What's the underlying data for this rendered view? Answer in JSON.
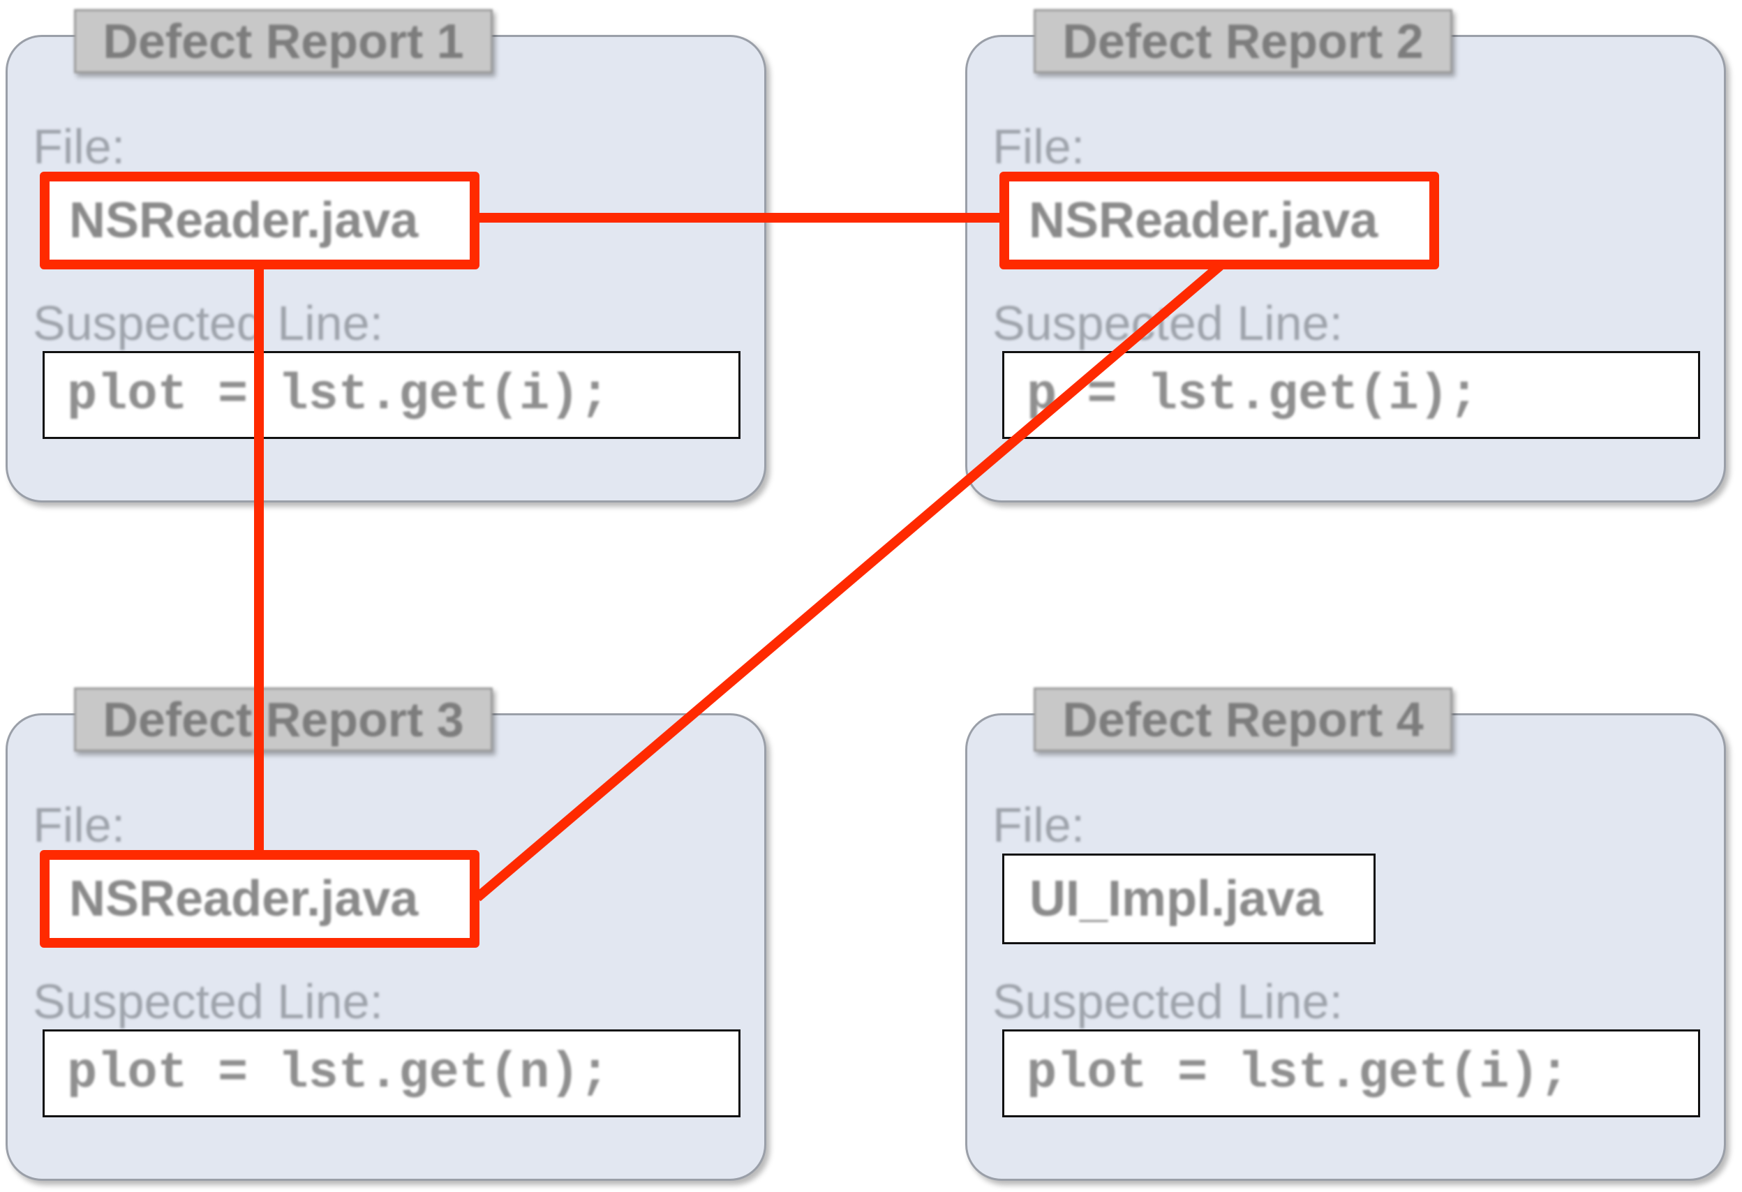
{
  "labels": {
    "file": "File:",
    "suspected_line": "Suspected Line:"
  },
  "reports": [
    {
      "title": "Defect Report 1",
      "file": "NSReader.java",
      "line": "plot = lst.get(i);",
      "highlighted": true
    },
    {
      "title": "Defect Report 2",
      "file": "NSReader.java",
      "line": "p = lst.get(i);",
      "highlighted": true
    },
    {
      "title": "Defect Report 3",
      "file": "NSReader.java",
      "line": "plot = lst.get(n);",
      "highlighted": true
    },
    {
      "title": "Defect Report 4",
      "file": "UI_Impl.java",
      "line": "plot = lst.get(i);",
      "highlighted": false
    }
  ],
  "links": [
    {
      "from": 1,
      "to": 2
    },
    {
      "from": 1,
      "to": 3
    },
    {
      "from": 2,
      "to": 3
    }
  ],
  "colors": {
    "highlight": "#ff2a00",
    "card_fill": "#e2e7f1",
    "title_fill": "#c8c8c8"
  }
}
